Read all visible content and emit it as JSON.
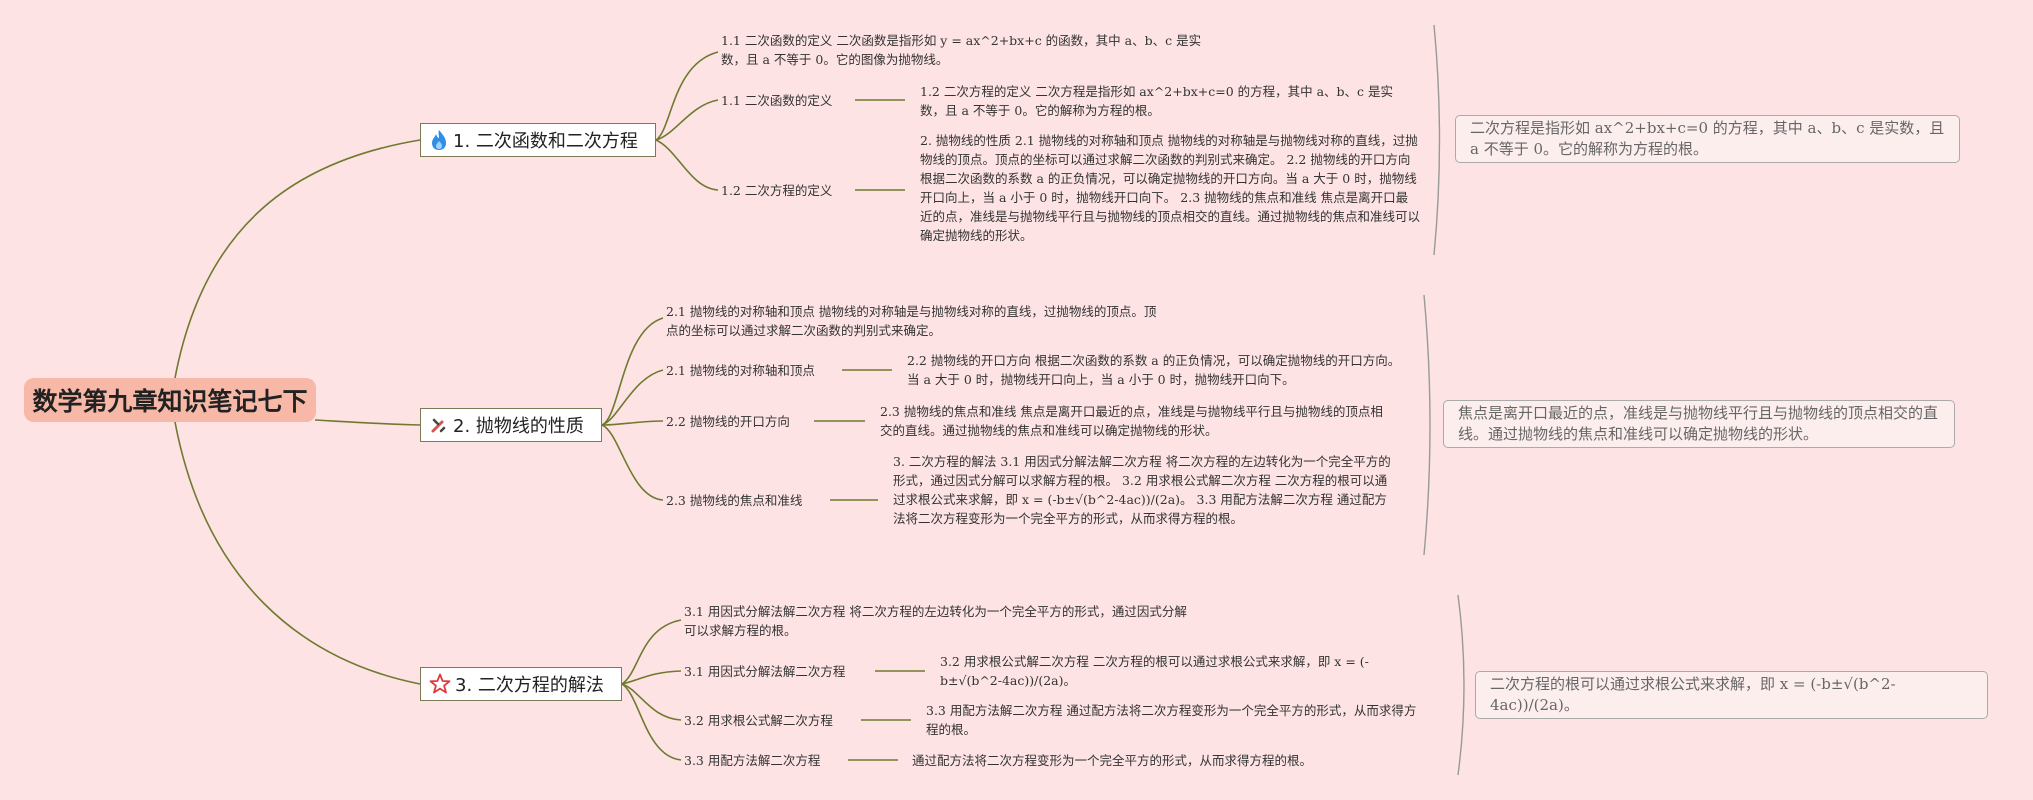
{
  "root": {
    "title": "数学第九章知识笔记七下"
  },
  "branches": [
    {
      "title": "1. 二次函数和二次方程",
      "icon": "fire-icon",
      "intro": "1.1 二次函数的定义 二次函数是指形如 y = ax^2+bx+c 的函数，其中 a、b、c 是实数，且 a 不等于 0。它的图像为抛物线。",
      "items": [
        {
          "label": "1.1 二次函数的定义",
          "detail": "1.2 二次方程的定义 二次方程是指形如 ax^2+bx+c=0 的方程，其中 a、b、c 是实数，且 a 不等于 0。它的解称为方程的根。"
        },
        {
          "label": "1.2 二次方程的定义",
          "detail": "2. 抛物线的性质 2.1 抛物线的对称轴和顶点 抛物线的对称轴是与抛物线对称的直线，过抛物线的顶点。顶点的坐标可以通过求解二次函数的判别式来确定。 2.2 抛物线的开口方向 根据二次函数的系数 a 的正负情况，可以确定抛物线的开口方向。当 a 大于 0 时，抛物线开口向上，当 a 小于 0 时，抛物线开口向下。 2.3 抛物线的焦点和准线 焦点是离开口最近的点，准线是与抛物线平行且与抛物线的顶点相交的直线。通过抛物线的焦点和准线可以确定抛物线的形状。"
        }
      ],
      "summary": "二次方程是指形如 ax^2+bx+c=0 的方程，其中 a、b、c 是实数，且 a 不等于 0。它的解称为方程的根。"
    },
    {
      "title": "2. 抛物线的性质",
      "icon": "tools-icon",
      "intro": "2.1 抛物线的对称轴和顶点 抛物线的对称轴是与抛物线对称的直线，过抛物线的顶点。顶点的坐标可以通过求解二次函数的判别式来确定。",
      "items": [
        {
          "label": "2.1 抛物线的对称轴和顶点",
          "detail": "2.2 抛物线的开口方向 根据二次函数的系数 a 的正负情况，可以确定抛物线的开口方向。当 a 大于 0 时，抛物线开口向上，当 a 小于 0 时，抛物线开口向下。"
        },
        {
          "label": "2.2 抛物线的开口方向",
          "detail": "2.3 抛物线的焦点和准线 焦点是离开口最近的点，准线是与抛物线平行且与抛物线的顶点相交的直线。通过抛物线的焦点和准线可以确定抛物线的形状。"
        },
        {
          "label": "2.3 抛物线的焦点和准线",
          "detail": "3. 二次方程的解法 3.1 用因式分解法解二次方程 将二次方程的左边转化为一个完全平方的形式，通过因式分解可以求解方程的根。 3.2 用求根公式解二次方程 二次方程的根可以通过求根公式来求解，即 x = (-b±√(b^2-4ac))/(2a)。 3.3 用配方法解二次方程 通过配方法将二次方程变形为一个完全平方的形式，从而求得方程的根。"
        }
      ],
      "summary": "焦点是离开口最近的点，准线是与抛物线平行且与抛物线的顶点相交的直线。通过抛物线的焦点和准线可以确定抛物线的形状。"
    },
    {
      "title": "3. 二次方程的解法",
      "icon": "star-icon",
      "intro": "3.1 用因式分解法解二次方程 将二次方程的左边转化为一个完全平方的形式，通过因式分解可以求解方程的根。",
      "items": [
        {
          "label": "3.1 用因式分解法解二次方程",
          "detail": "3.2 用求根公式解二次方程 二次方程的根可以通过求根公式来求解，即 x = (-b±√(b^2-4ac))/(2a)。"
        },
        {
          "label": "3.2 用求根公式解二次方程",
          "detail": "3.3 用配方法解二次方程 通过配方法将二次方程变形为一个完全平方的形式，从而求得方程的根。"
        },
        {
          "label": "3.3 用配方法解二次方程",
          "detail": "通过配方法将二次方程变形为一个完全平方的形式，从而求得方程的根。"
        }
      ],
      "summary": "二次方程的根可以通过求根公式来求解，即 x = (-b±√(b^2-4ac))/(2a)。"
    }
  ],
  "colors": {
    "background": "#fde3e4",
    "root": "#f8b8a7",
    "connector": "#6f7a2e",
    "bracket": "#999999"
  }
}
